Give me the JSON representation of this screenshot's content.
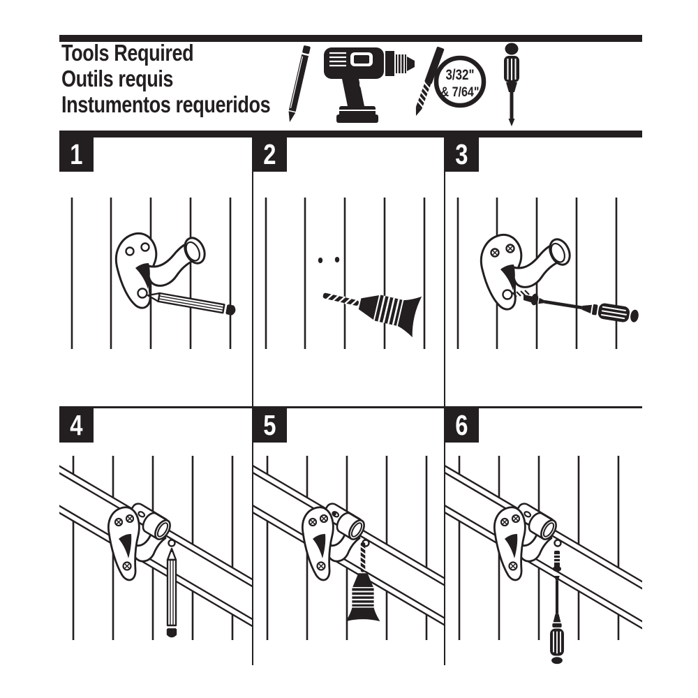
{
  "colors": {
    "ink": "#231f20",
    "paper": "#ffffff"
  },
  "header": {
    "lines": [
      "Tools Required",
      "Outils requis",
      "Instumentos requeridos"
    ],
    "tools": [
      {
        "icon": "pencil-icon"
      },
      {
        "icon": "cordless-drill-icon"
      },
      {
        "icon": "drill-bit-icon",
        "size_line1": "3/32\"",
        "size_line2": "& 7/64\""
      },
      {
        "icon": "screwdriver-icon"
      }
    ]
  },
  "steps": [
    {
      "number": "1",
      "illustration": "bracket-held-on-wall-pencil-marking-screw-holes"
    },
    {
      "number": "2",
      "illustration": "drill-making-pilot-holes-at-pencil-marks"
    },
    {
      "number": "3",
      "illustration": "screwdriver-fastening-bracket-to-wall"
    },
    {
      "number": "4",
      "illustration": "handrail-on-bracket-pencil-marking-underside-hole"
    },
    {
      "number": "5",
      "illustration": "drill-making-pilot-hole-in-rail-underside"
    },
    {
      "number": "6",
      "illustration": "screwdriver-fastening-saddle-strap-to-rail"
    }
  ]
}
